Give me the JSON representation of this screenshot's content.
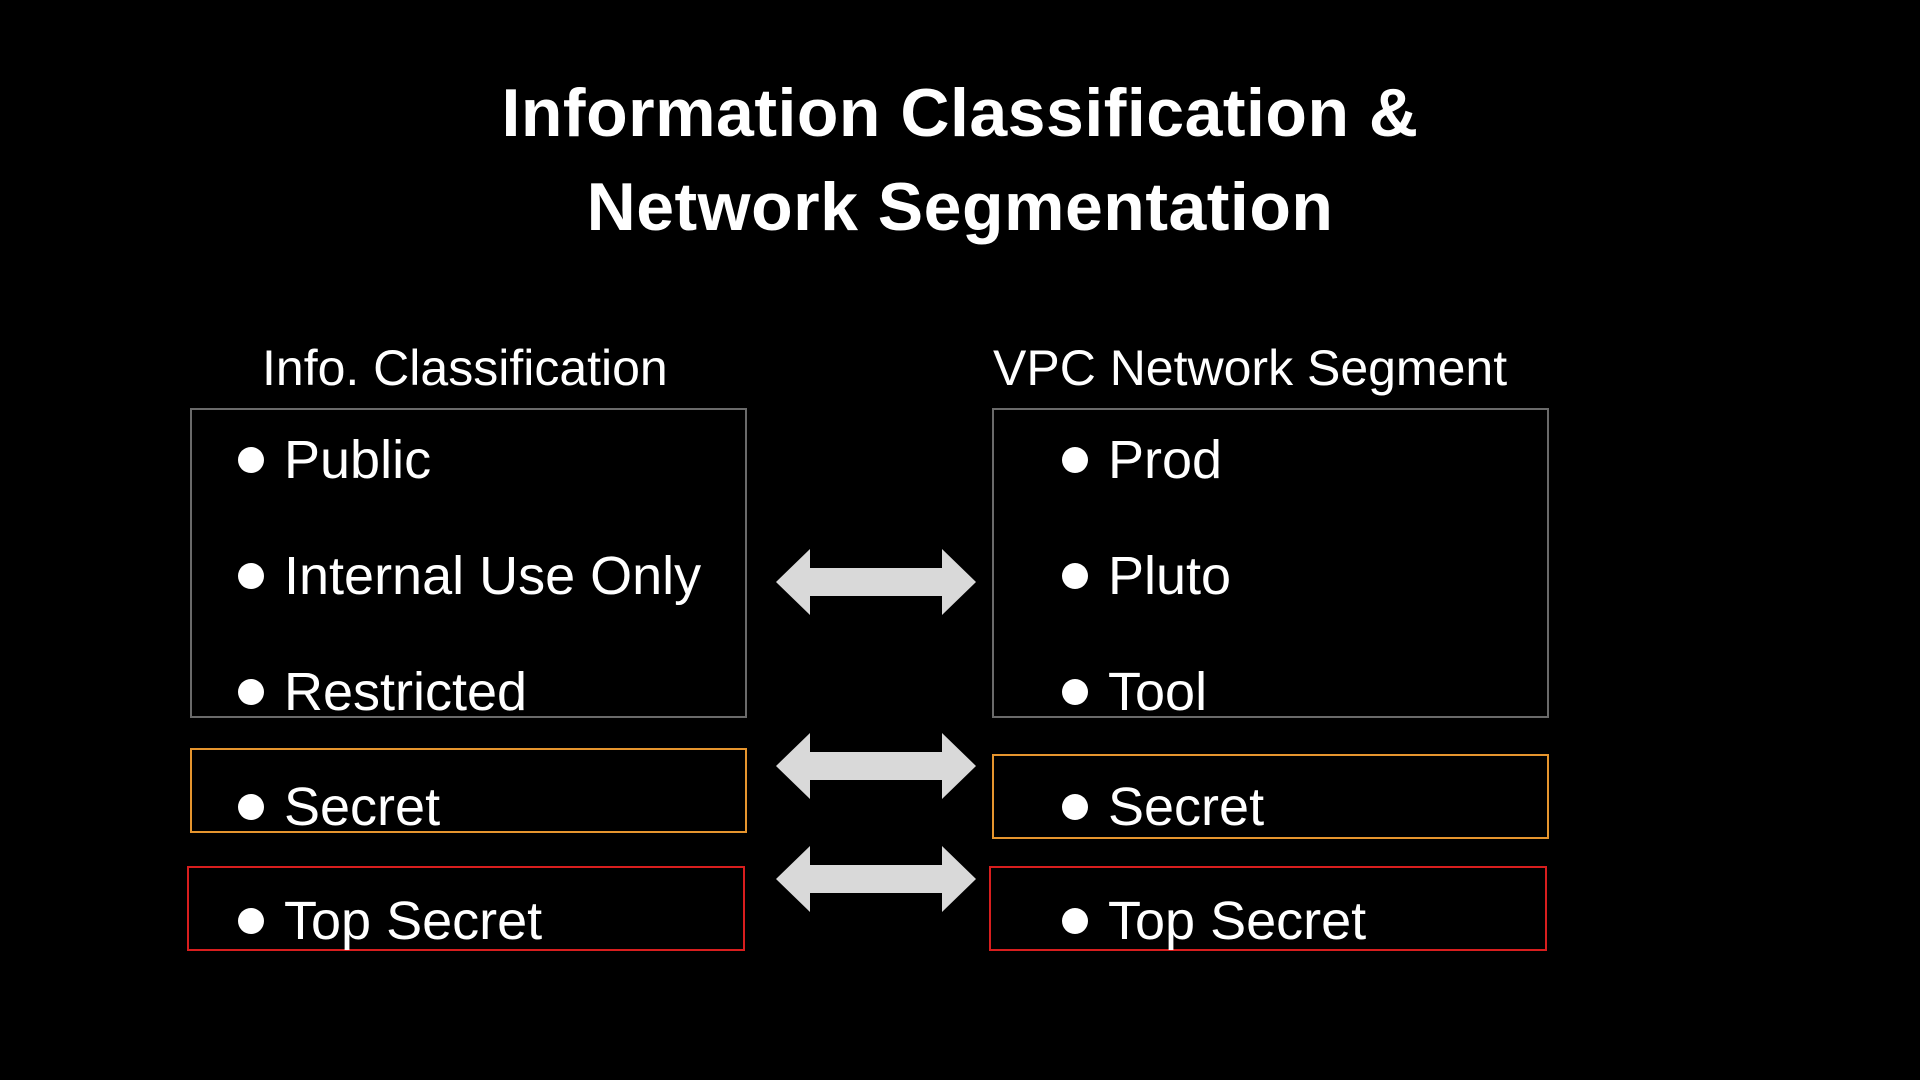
{
  "title": {
    "line1": "Information Classification &",
    "line2": "Network Segmentation"
  },
  "left": {
    "heading": "Info. Classification",
    "group_items": [
      "Public",
      "Internal Use Only",
      "Restricted"
    ],
    "secret": "Secret",
    "top_secret": "Top Secret"
  },
  "right": {
    "heading": "VPC Network Segment",
    "group_items": [
      "Prod",
      "Pluto",
      "Tool"
    ],
    "secret": "Secret",
    "top_secret": "Top Secret"
  },
  "colors": {
    "background": "#000000",
    "text": "#ffffff",
    "group_border": "#6a6a6a",
    "secret_border": "#e6952e",
    "top_secret_border": "#d81e1e",
    "arrow": "#d9d9d9"
  },
  "icons": {
    "bullet": "filled-circle-bullet",
    "arrow": "double-headed-arrow"
  }
}
